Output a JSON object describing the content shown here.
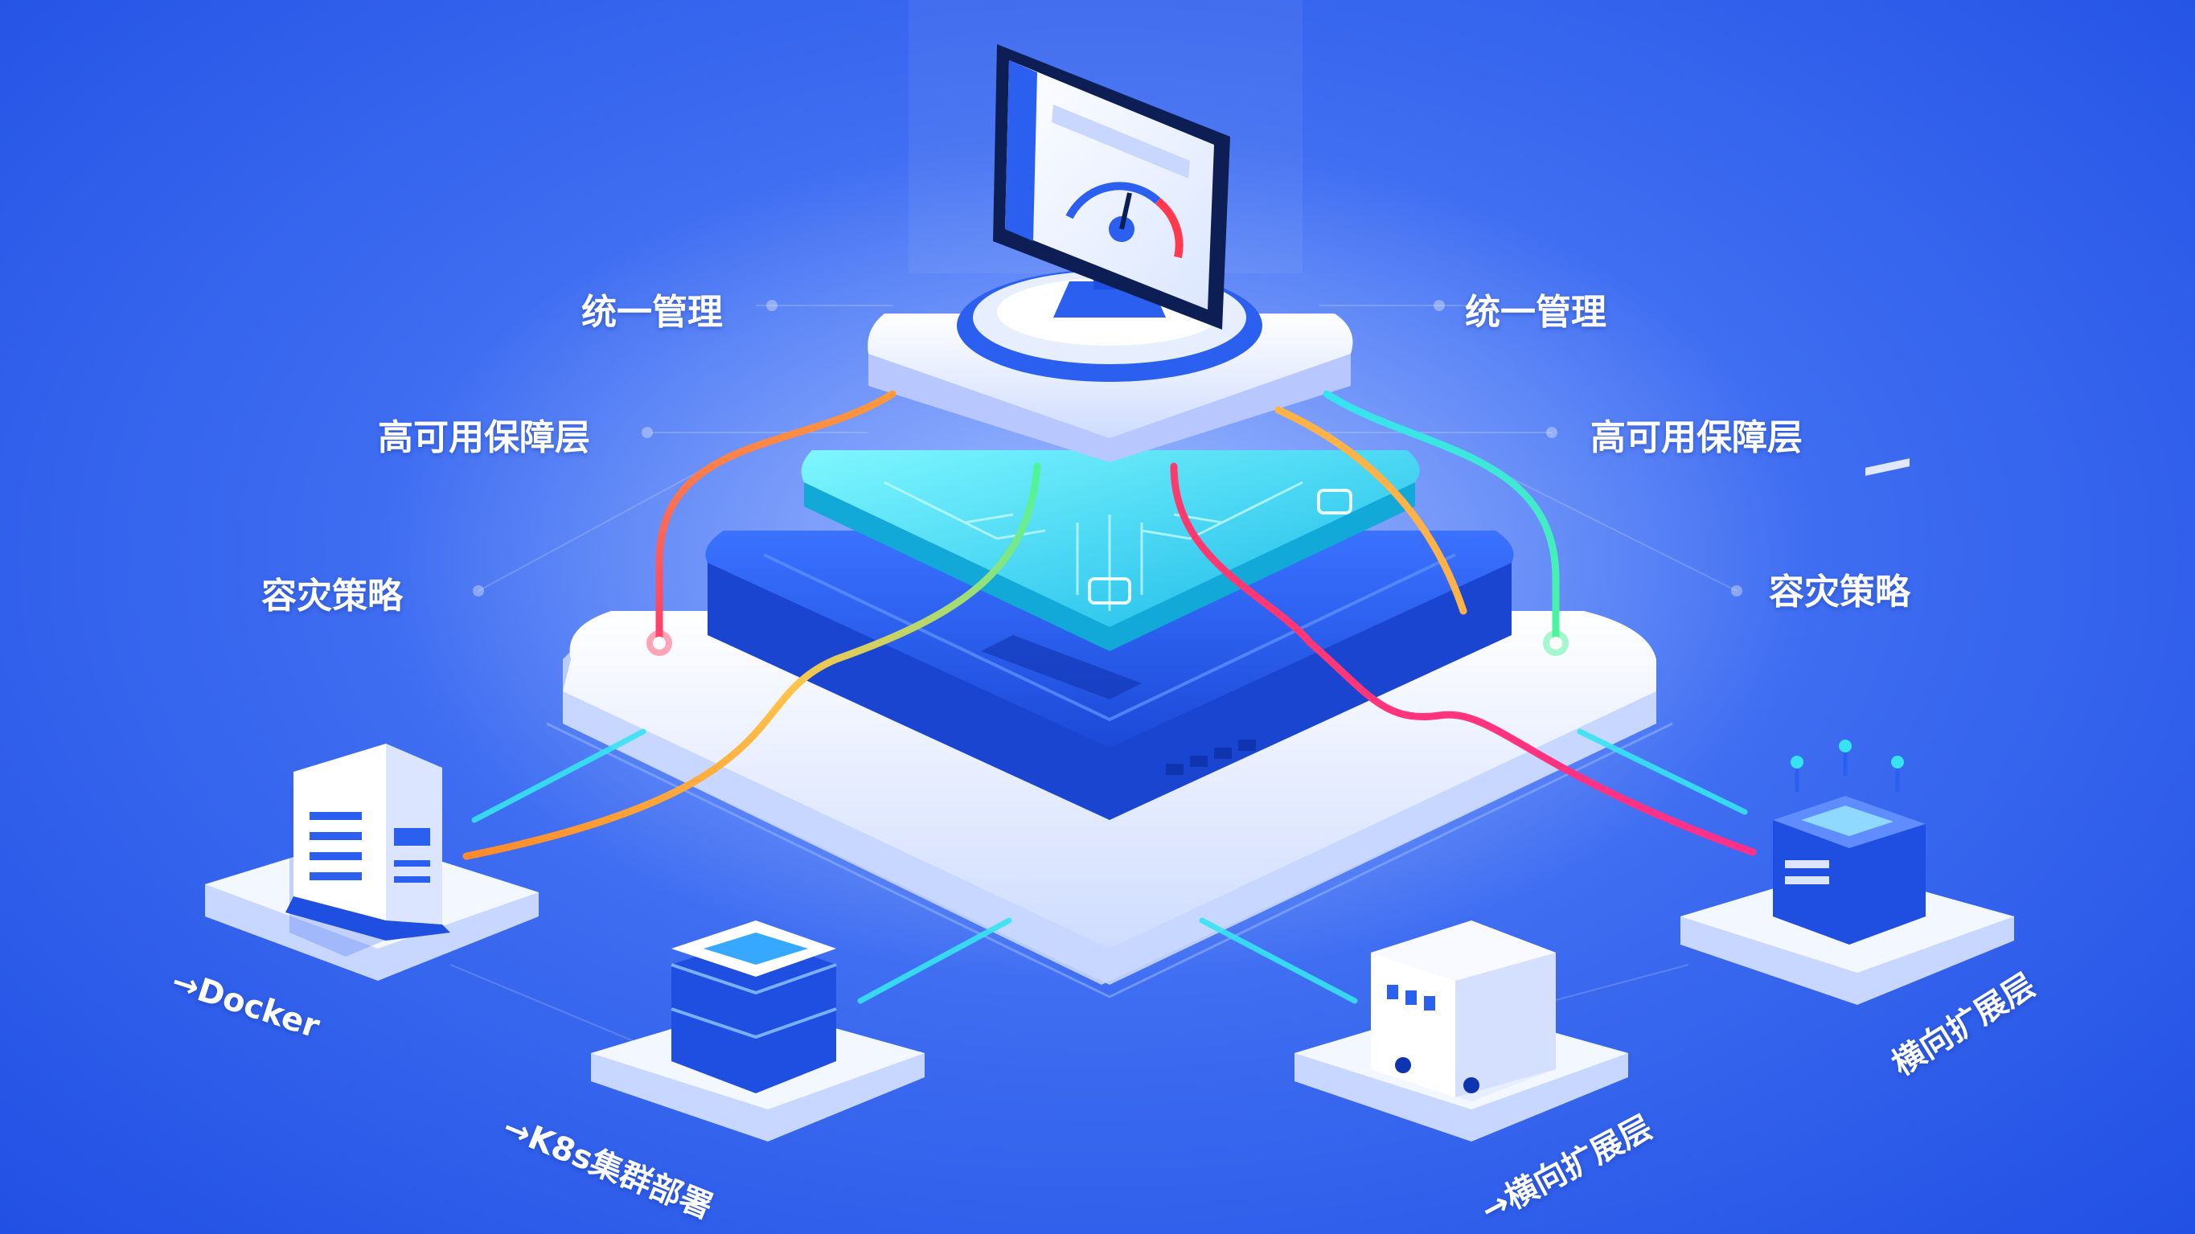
{
  "labels": {
    "left_top": "统一管理",
    "right_top": "统一管理",
    "left_mid": "高可用保障层",
    "right_mid": "高可用保障层",
    "left_low": "容灾策略",
    "right_low": "容灾策略"
  },
  "nodes": {
    "docker": "→Docker",
    "k8s": "→K8s集群部署",
    "scale_bottom": "→横向扩展层",
    "scale_right": "横向扩展层"
  },
  "colors": {
    "accent_blue": "#2b5ff0",
    "cyan": "#36e3f2",
    "line_red": "#ff3a6b",
    "line_orange": "#ff9a3a",
    "line_green": "#4cf59a",
    "platform_white": "#eef3ff"
  },
  "icons": [
    "monitor-gauge-icon",
    "server-tower-icon",
    "storage-stack-icon",
    "truck-cube-icon",
    "iot-device-icon"
  ]
}
